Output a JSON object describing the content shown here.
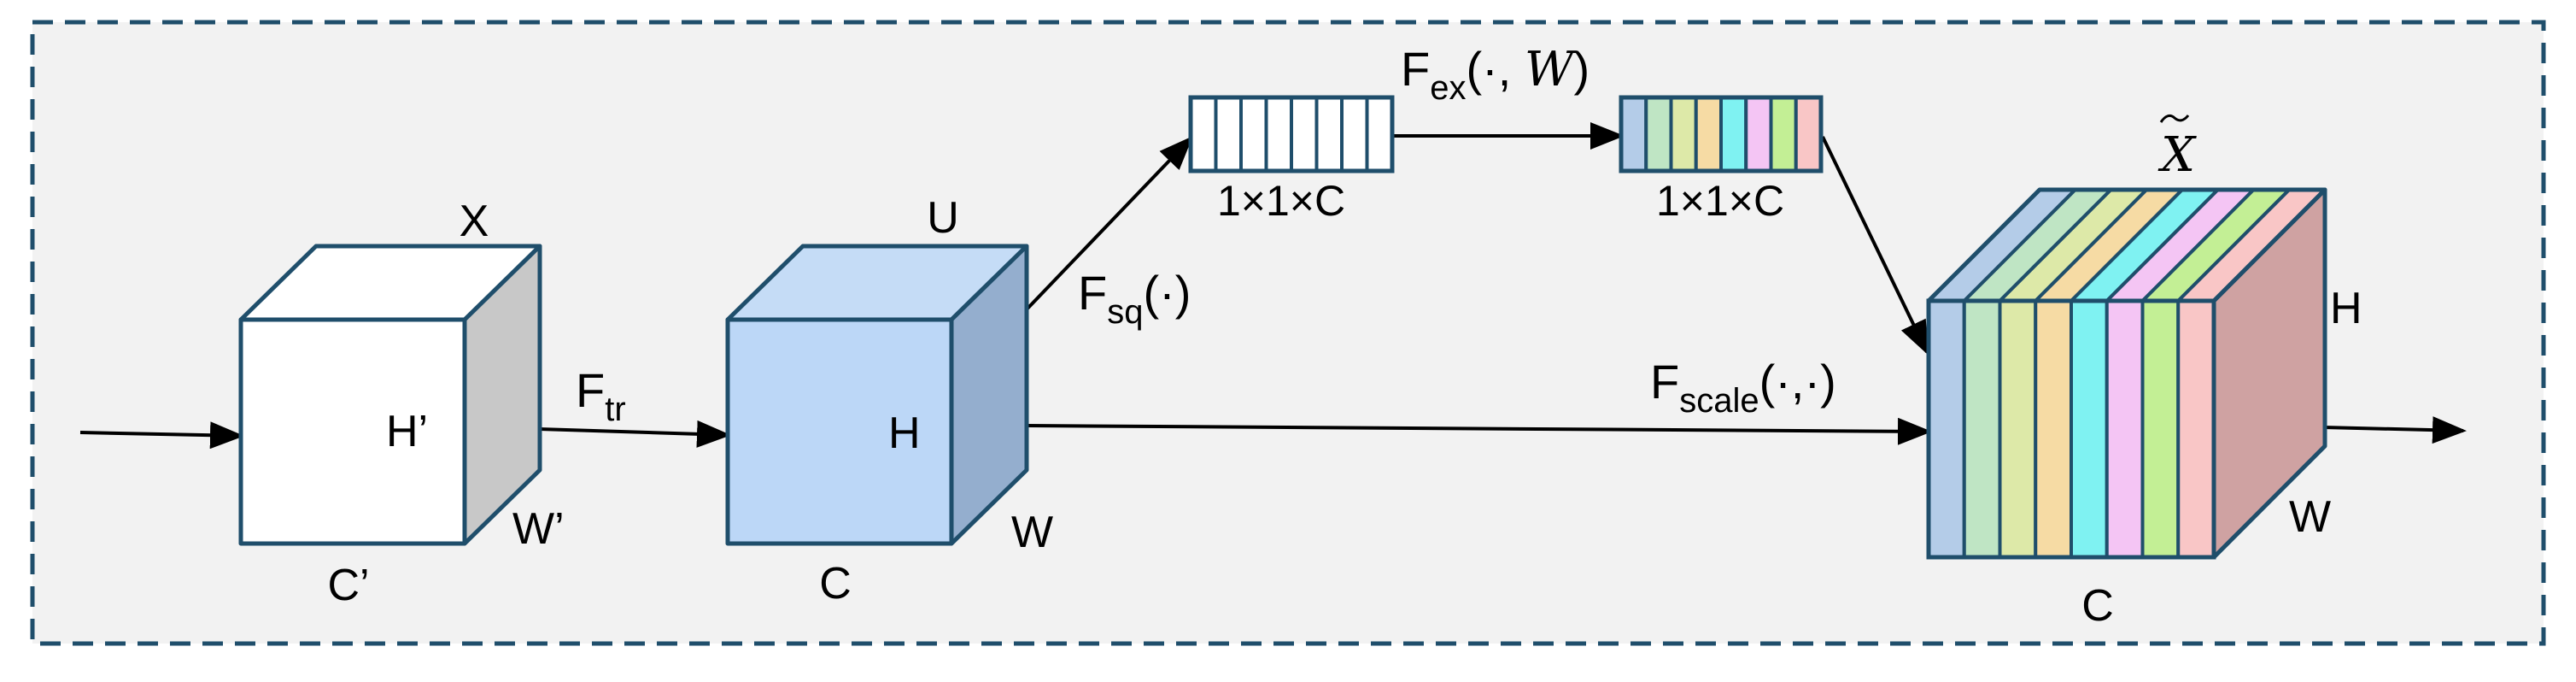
{
  "colors": {
    "frame_border": "#1f4e6b",
    "frame_fill": "#f2f2f2",
    "cube_outline": "#1f4e6b",
    "cube_x_front": "#ffffff",
    "cube_x_side": "#c8c8c8",
    "cube_u_front": "#bcd7f7",
    "cube_u_top": "#c5dcf6",
    "cube_u_side": "#94aece",
    "out_side": "#cfa2a2",
    "slice_colors": [
      "#b4cce8",
      "#bfe5c4",
      "#dde9a8",
      "#f6dba4",
      "#7ff2f2",
      "#f4c5f4",
      "#c3ef95",
      "#f9c6c6"
    ]
  },
  "labels": {
    "cube_x": {
      "top": "X",
      "height": "H’",
      "width": "W’",
      "depth": "C’"
    },
    "cube_u": {
      "top": "U",
      "height": "H",
      "width": "W",
      "depth": "C"
    },
    "cube_out": {
      "top": "X",
      "height": "H",
      "width": "W",
      "depth": "C"
    },
    "vec_sq_dim": "1×1×C",
    "vec_ex_dim": "1×1×C"
  },
  "operators": {
    "transform": {
      "base": "F",
      "sub": "tr"
    },
    "squeeze": {
      "base": "F",
      "sub": "sq",
      "args": "(·)"
    },
    "excitation": {
      "base": "F",
      "sub": "ex",
      "args_open": "(·, ",
      "weight": "W",
      "args_close": ")"
    },
    "scale": {
      "base": "F",
      "sub": "scale",
      "args": "(·,·)"
    }
  },
  "icons": {
    "arrow": "arrowhead",
    "tilde": "tilde-accent"
  }
}
